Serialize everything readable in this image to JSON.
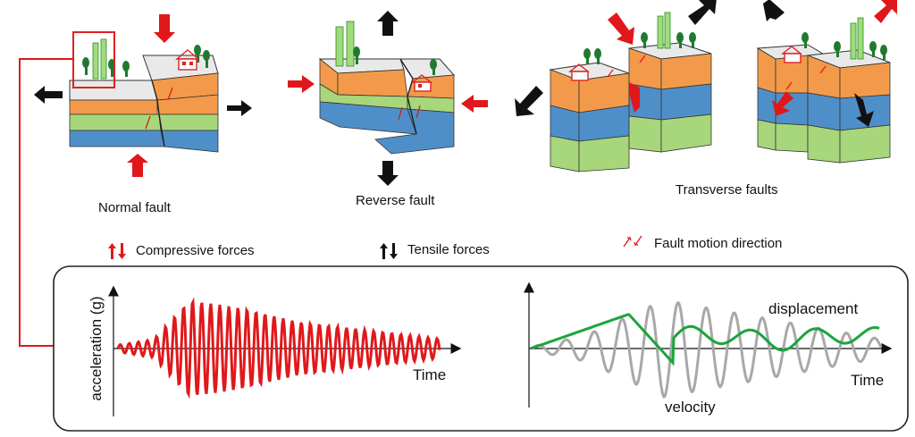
{
  "fault_types": {
    "normal": "Normal fault",
    "reverse": "Reverse fault",
    "transverse": "Transverse faults"
  },
  "legend": {
    "compressive": "Compressive forces",
    "tensile": "Tensile forces",
    "fault_motion": "Fault motion direction"
  },
  "accelerogram": {
    "ylabel": "acceleration (g)",
    "xlabel": "Time"
  },
  "response_plot": {
    "displacement_label": "displacement",
    "velocity_label": "velocity",
    "xlabel": "Time"
  },
  "colors": {
    "compressive_arrow": "#e0181b",
    "tensile_arrow": "#111111",
    "layer_orange": "#f39a4a",
    "layer_green": "#a8d67a",
    "layer_blue": "#4f8fc9",
    "top_surface": "#e6e6e6",
    "acceleration_trace": "#e0181b",
    "velocity_trace": "#a8a8a8",
    "displacement_trace": "#1aa53a",
    "link_line": "#e0181b"
  }
}
